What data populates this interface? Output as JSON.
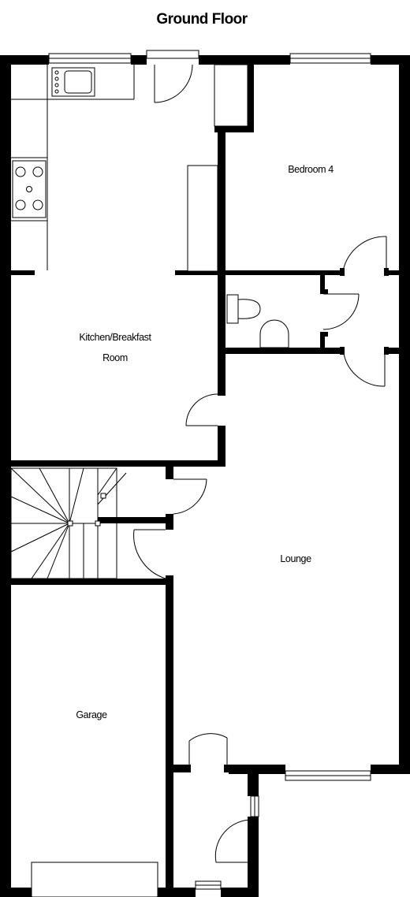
{
  "title": "Ground Floor",
  "rooms": {
    "bedroom": "Bedroom 4",
    "kitchen_line1": "Kitchen/Breakfast",
    "kitchen_line2": "Room",
    "lounge": "Lounge",
    "garage": "Garage"
  }
}
